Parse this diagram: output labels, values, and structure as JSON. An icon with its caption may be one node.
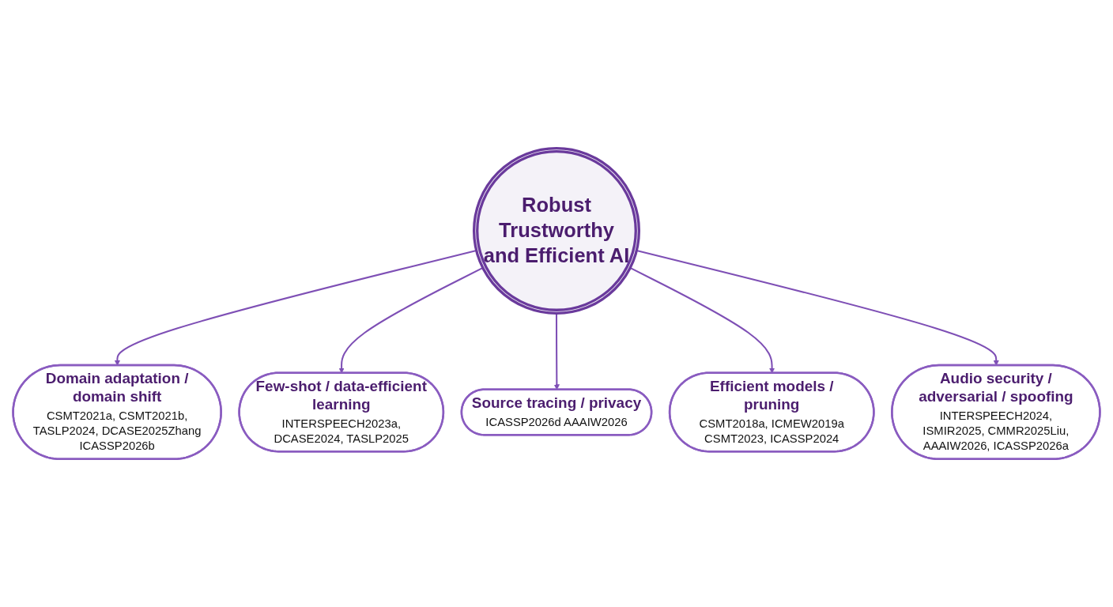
{
  "diagram": {
    "nodes": [
      {
        "text": [
          "Robust Trustworthy and Efficient AI"
        ]
      },
      {
        "text": [
          "Domain adaptation / domain shift",
          "CSMT2021a, CSMT2021b, TASLP2024, DCASE2025Zhang ICASSP2026b"
        ]
      },
      {
        "text": [
          "Few-shot / data-efficient learning",
          "INTERSPEECH2023a, DCASE2024, TASLP2025"
        ]
      },
      {
        "text": [
          "Source tracing / privacy",
          "ICASSP2026d AAAIW2026"
        ]
      },
      {
        "text": [
          "Efficient models / pruning",
          "CSMT2018a, ICMEW2019a CSMT2023, ICASSP2024"
        ]
      },
      {
        "text": [
          "Audio security / adversarial / spoofing",
          "INTERSPEECH2024, ISMIR2025, CMMR2025Liu, AAAIW2026, ICASSP2026a"
        ]
      }
    ],
    "edges": [
      {
        "from": 0,
        "to": 1,
        "arrow": "to"
      },
      {
        "from": 0,
        "to": 2,
        "arrow": "to"
      },
      {
        "from": 0,
        "to": 3,
        "arrow": "to"
      },
      {
        "from": 0,
        "to": 4,
        "arrow": "to"
      },
      {
        "from": 0,
        "to": 5,
        "arrow": "to"
      }
    ]
  }
}
